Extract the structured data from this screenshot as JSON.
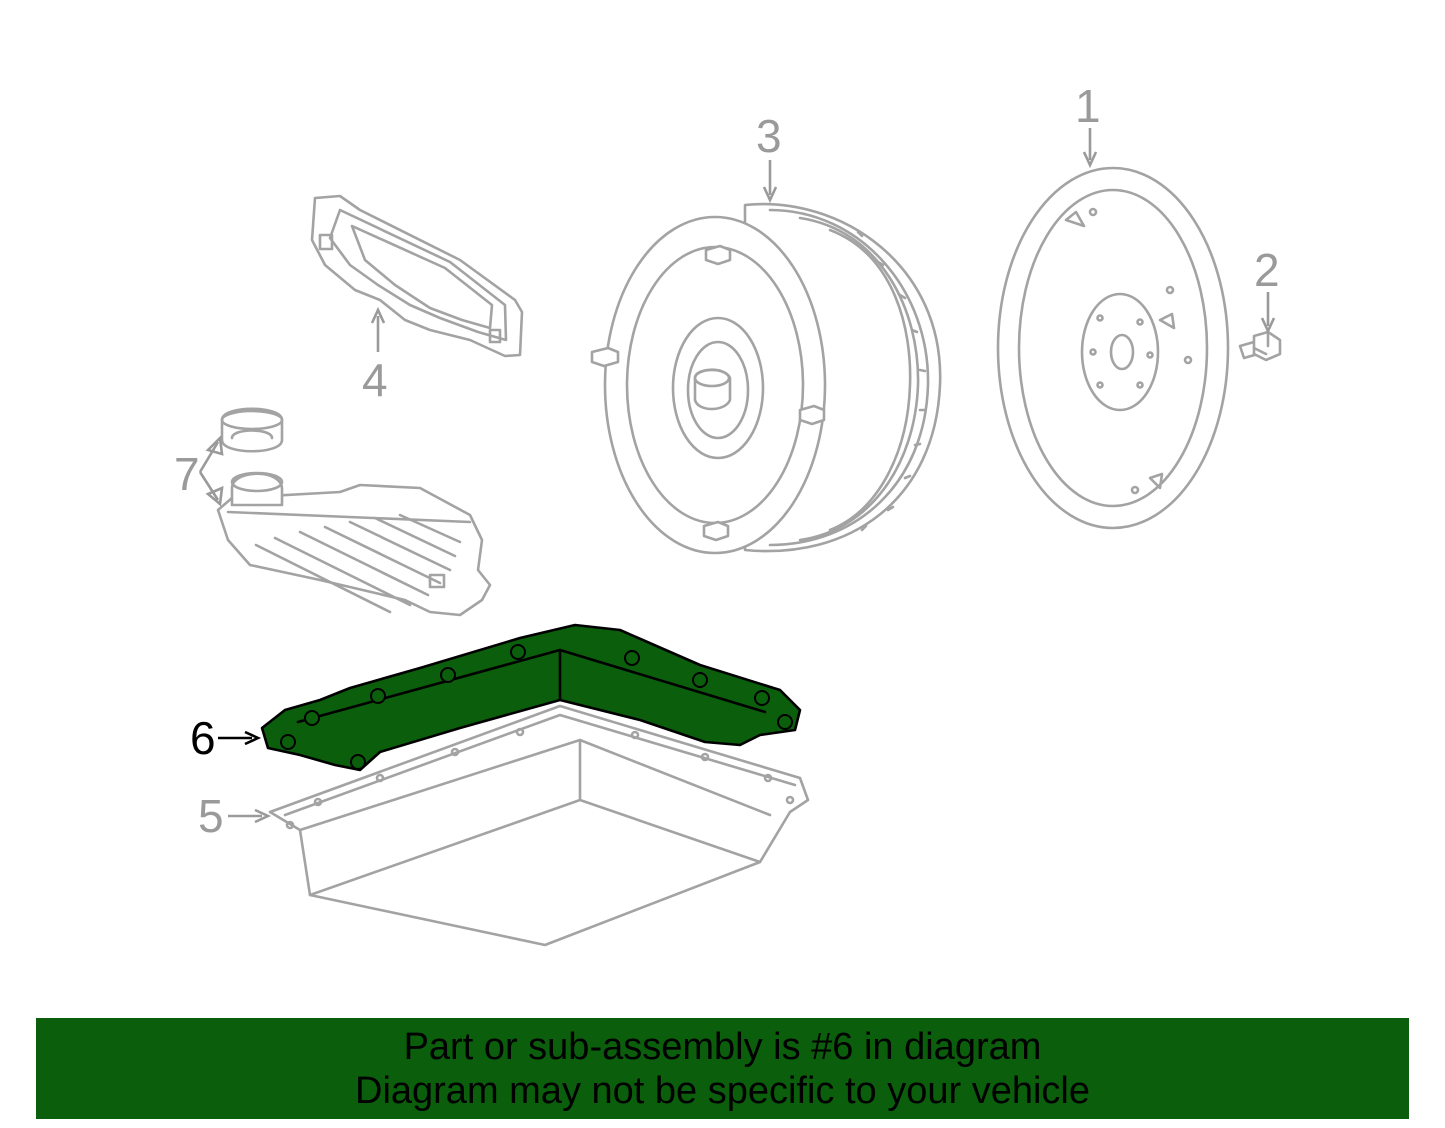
{
  "diagram": {
    "callouts": {
      "c1": "1",
      "c2": "2",
      "c3": "3",
      "c4": "4",
      "c5": "5",
      "c6": "6",
      "c7": "7"
    },
    "highlighted_part": "6",
    "highlight_color": "#0b5e0b",
    "line_color": "#a3a3a3"
  },
  "banner": {
    "line1": "Part or sub-assembly is #6 in diagram",
    "line2": "Diagram may not be specific to your vehicle",
    "background": "#0b5e0b"
  }
}
